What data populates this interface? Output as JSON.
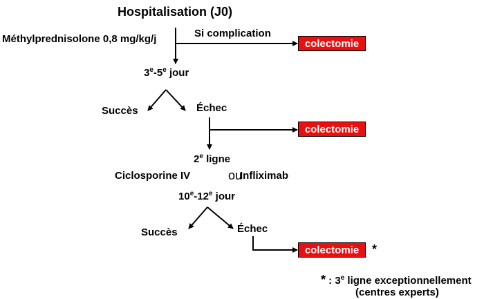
{
  "title": "Hospitalisation (J0)",
  "treatment": "Méthylprednisolone 0,8 mg/kg/j",
  "complication": "Si complication",
  "surgery": "colectomie",
  "step1": {
    "a": "3",
    "a_sup": "e",
    "sep": "-5",
    "b_sup": "e",
    "rest": " jour"
  },
  "success": "Succès",
  "failure": "Échec",
  "second_line": {
    "num": "2",
    "sup": "e",
    "rest": " ligne"
  },
  "option_a": "Ciclosporine IV",
  "or": "ou",
  "option_b": "Infliximab",
  "step2": {
    "a": "10",
    "a_sup": "e",
    "sep": "-12",
    "b_sup": "e",
    "rest": " jour"
  },
  "asterisk": "*",
  "footnote": {
    "star": "*",
    "colon": " : 3",
    "sup": "e",
    "rest": " ligne exceptionnellement",
    "line2": "(centres experts)"
  }
}
